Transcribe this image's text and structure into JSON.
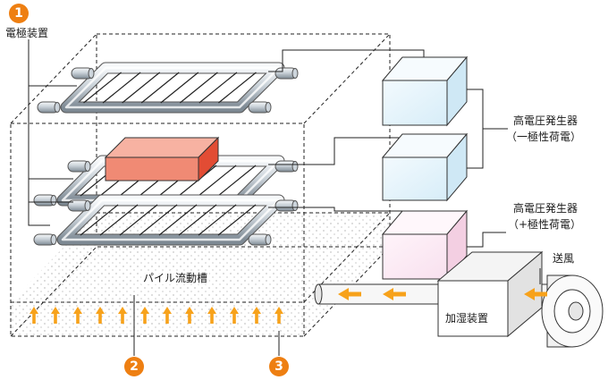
{
  "labels": {
    "electrode_device": "電極装置",
    "hv_generator_neg_title": "高電圧発生器",
    "hv_generator_neg_note": "（一極性荷電）",
    "hv_generator_pos_title": "高電圧発生器",
    "hv_generator_pos_note": "（+極性荷電）",
    "pile_flow_tank": "パイル流動槽",
    "humidifier": "加湿装置",
    "blower": "送風"
  },
  "badges": [
    "1",
    "2",
    "3"
  ],
  "colors": {
    "badge": "#ee7f12",
    "arrow": "#f7a21b",
    "hv_box_negative": "#e3f3fb",
    "hv_box_positive": "#fbe6f1",
    "heater_block": "#f08a74",
    "pile_dots": "#c9c9c9"
  }
}
